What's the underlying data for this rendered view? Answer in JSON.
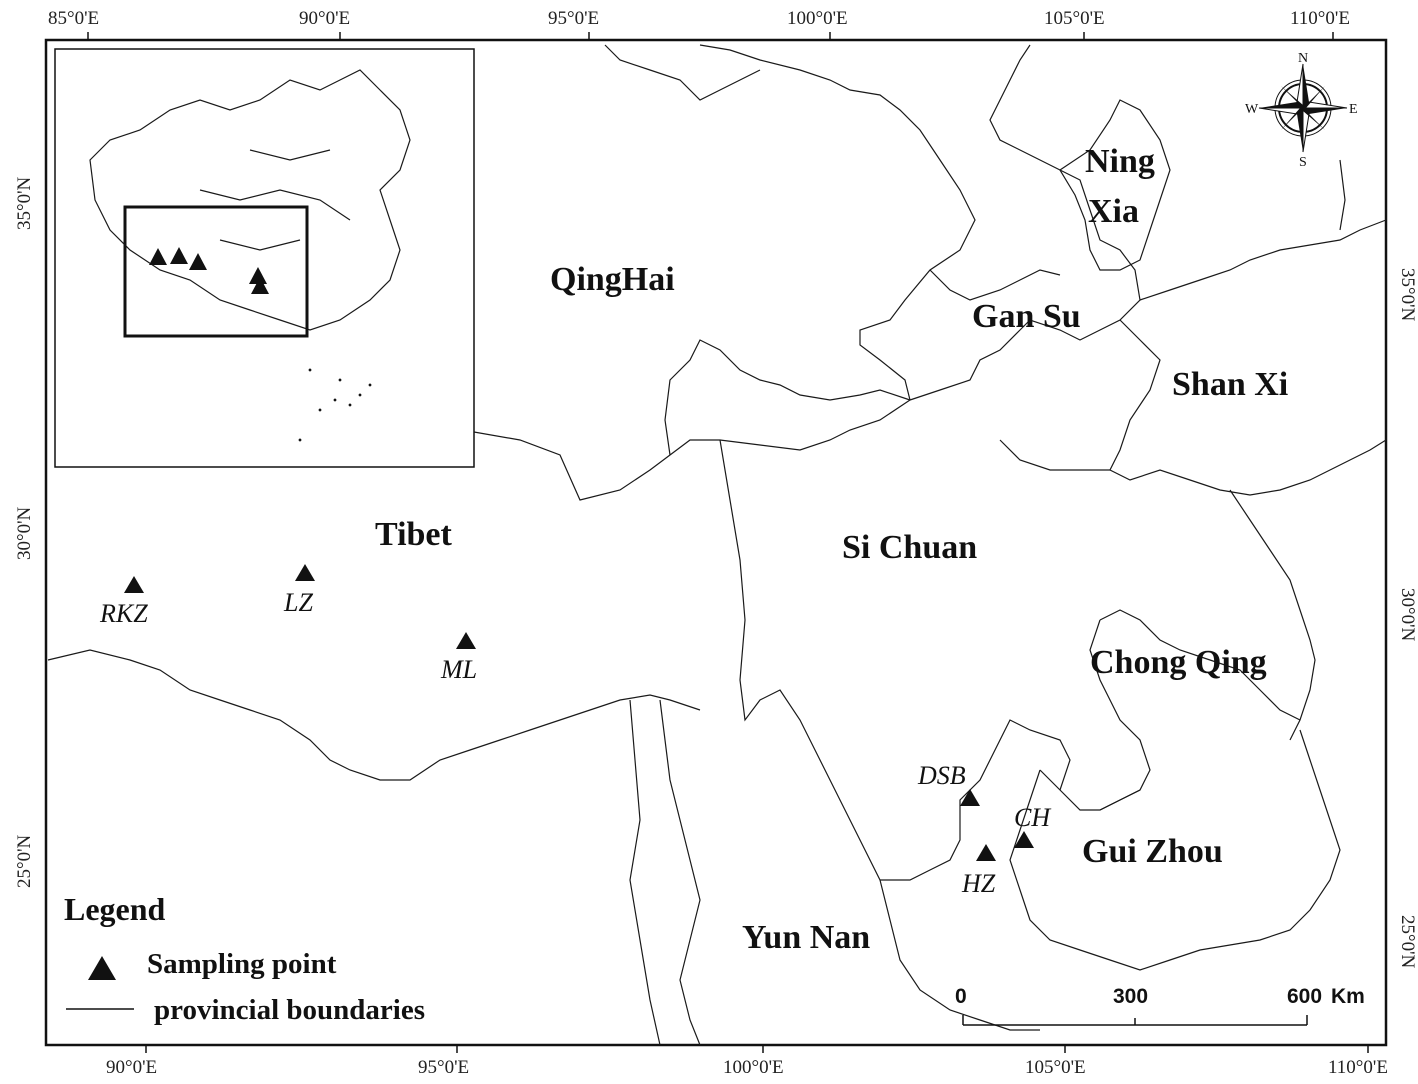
{
  "top_ticks": [
    "85°0'E",
    "90°0'E",
    "95°0'E",
    "100°0'E",
    "105°0'E",
    "110°0'E"
  ],
  "bottom_ticks": [
    "90°0'E",
    "95°0'E",
    "100°0'E",
    "105°0'E",
    "110°0'E"
  ],
  "left_ticks": [
    "35°0'N",
    "30°0'N",
    "25°0'N"
  ],
  "right_ticks": [
    "35°0'N",
    "30°0'N",
    "25°0'N"
  ],
  "provinces": {
    "qinghai": "QingHai",
    "ningxia_1": "Ning",
    "ningxia_2": "Xia",
    "gansu": "Gan Su",
    "shanxi": "Shan Xi",
    "tibet": "Tibet",
    "sichuan": "Si Chuan",
    "chongqing": "Chong Qing",
    "guizhou": "Gui Zhou",
    "yunnan": "Yun Nan"
  },
  "sites": {
    "rkz": "RKZ",
    "lz": "LZ",
    "ml": "ML",
    "dsb": "DSB",
    "ch": "CH",
    "hz": "HZ"
  },
  "legend": {
    "title": "Legend",
    "sampling": "Sampling point",
    "boundaries": "provincial boundaries"
  },
  "scale": {
    "zero": "0",
    "mid": "300",
    "max": "600",
    "unit": "Km"
  },
  "compass": {
    "n": "N",
    "s": "S",
    "e": "E",
    "w": "W"
  }
}
